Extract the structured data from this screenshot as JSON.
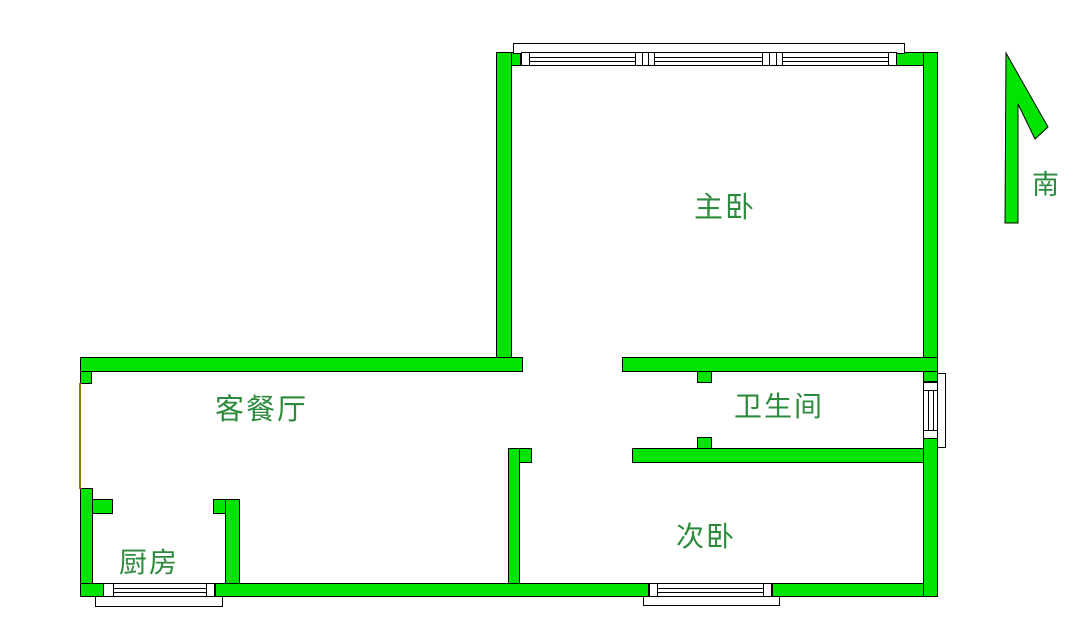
{
  "colors": {
    "wall_fill": "#00e400",
    "wall_outline": "#000000",
    "label_text": "#2e8b3e",
    "open_edge": "#808000",
    "background": "#ffffff"
  },
  "floorplan": {
    "rooms": [
      {
        "id": "master-bedroom",
        "label": "主卧"
      },
      {
        "id": "living-dining-room",
        "label": "客餐厅"
      },
      {
        "id": "bathroom",
        "label": "卫生间"
      },
      {
        "id": "second-bedroom",
        "label": "次卧"
      },
      {
        "id": "kitchen",
        "label": "厨房"
      }
    ],
    "compass": {
      "label": "南"
    }
  }
}
